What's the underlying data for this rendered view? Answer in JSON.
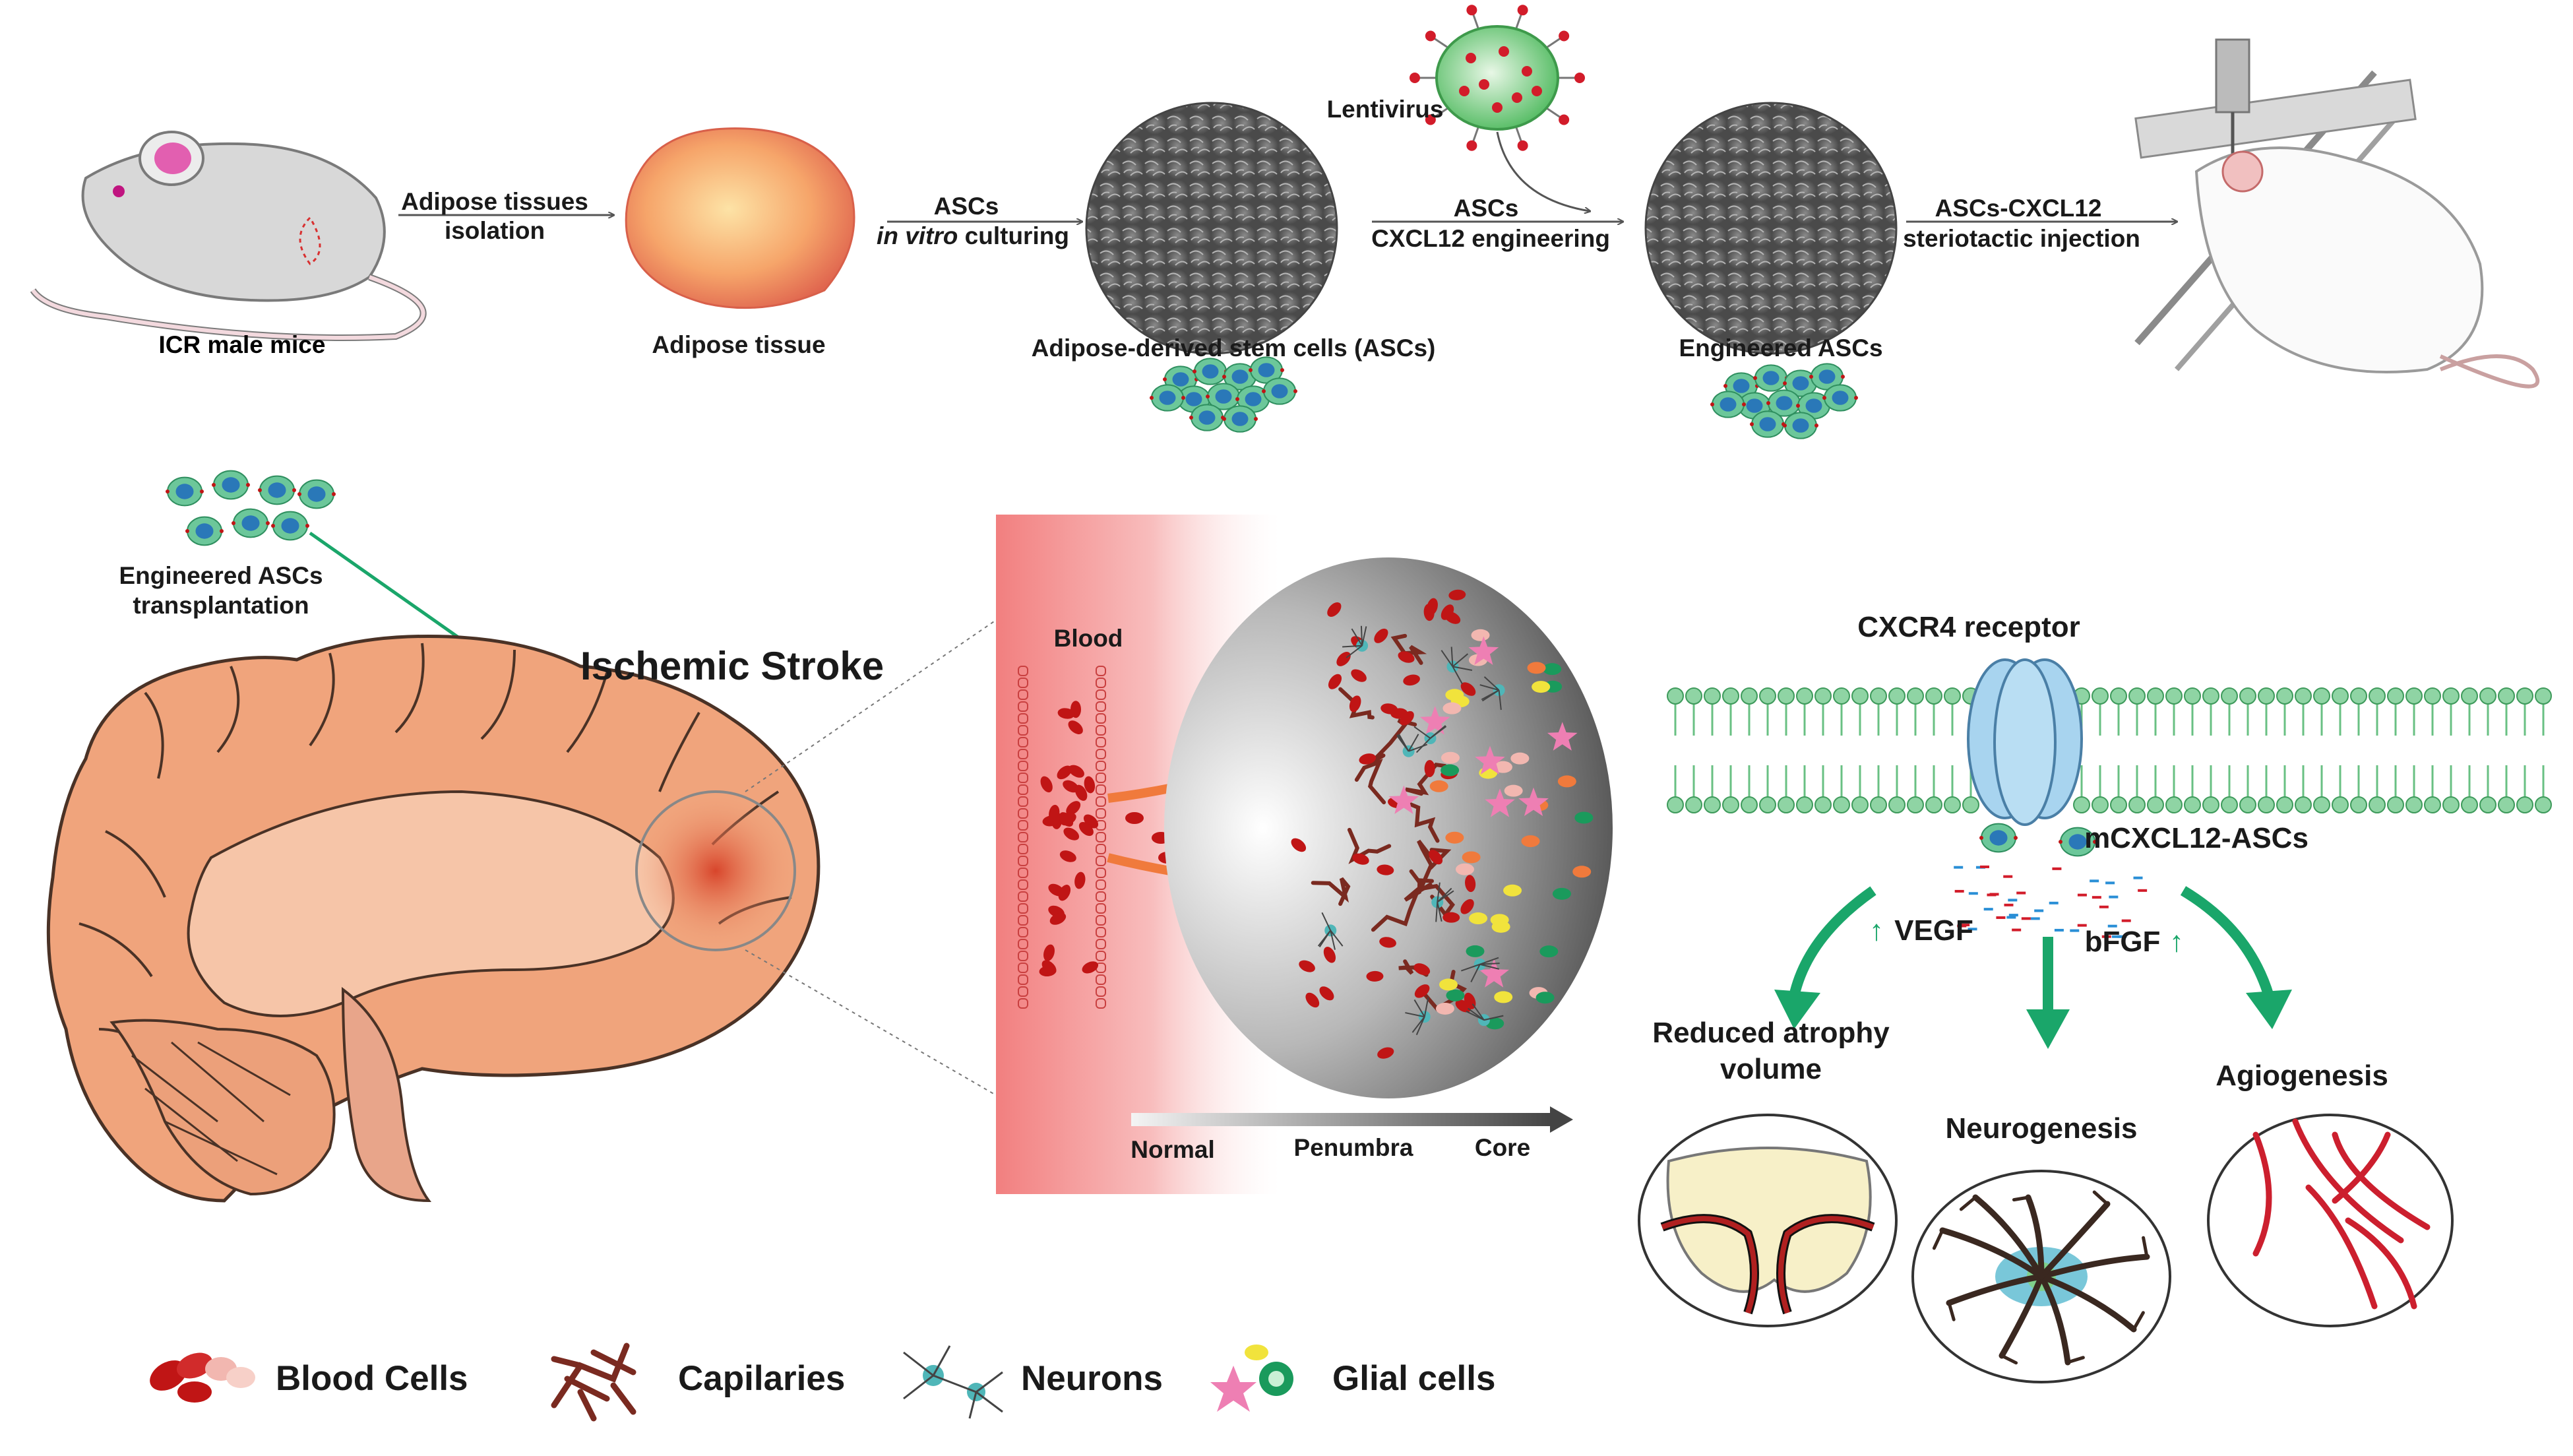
{
  "workflow": {
    "mouse_label": "ICR male mice",
    "step1_line1": "Adipose tissues",
    "step1_line2": "isolation",
    "adipose_label": "Adipose tissue",
    "step2_line1": "ASCs",
    "step2_line2_italic": "in vitro",
    "step2_line2_rest": " culturing",
    "ascs_label": "Adipose-derived stem cells (ASCs)",
    "lentivirus_label": "Lentivirus",
    "step3_line1": "ASCs",
    "step3_line2": "CXCL12 engineering",
    "engineered_label": "Engineered ASCs",
    "step4_line1": "ASCs-CXCL12",
    "step4_line2": "steriotactic injection"
  },
  "brain": {
    "transplant_line1": "Engineered ASCs",
    "transplant_line2": "transplantation",
    "stroke_title": "Ischemic Stroke"
  },
  "zoom": {
    "blood_label": "Blood",
    "gradient_normal": "Normal",
    "gradient_penumbra": "Penumbra",
    "gradient_core": "Core"
  },
  "mechanism": {
    "receptor_label": "CXCR4 receptor",
    "cells_label": "mCXCL12-ASCs",
    "vegf_label": "VEGF",
    "bfgf_label": "bFGF",
    "up_arrow": "↑",
    "outcome1_line1": "Reduced atrophy",
    "outcome1_line2": "volume",
    "outcome2": "Neurogenesis",
    "outcome3": "Agiogenesis"
  },
  "legend": {
    "blood_cells": "Blood Cells",
    "capillaries": "Capilaries",
    "neurons": "Neurons",
    "glial": "Glial cells"
  },
  "colors": {
    "accent_green": "#1aa66a",
    "blood_red": "#c01515",
    "brain_orange": "#f0a47c",
    "membrane_green": "#69c083",
    "receptor_blue": "#a8d4ef"
  }
}
